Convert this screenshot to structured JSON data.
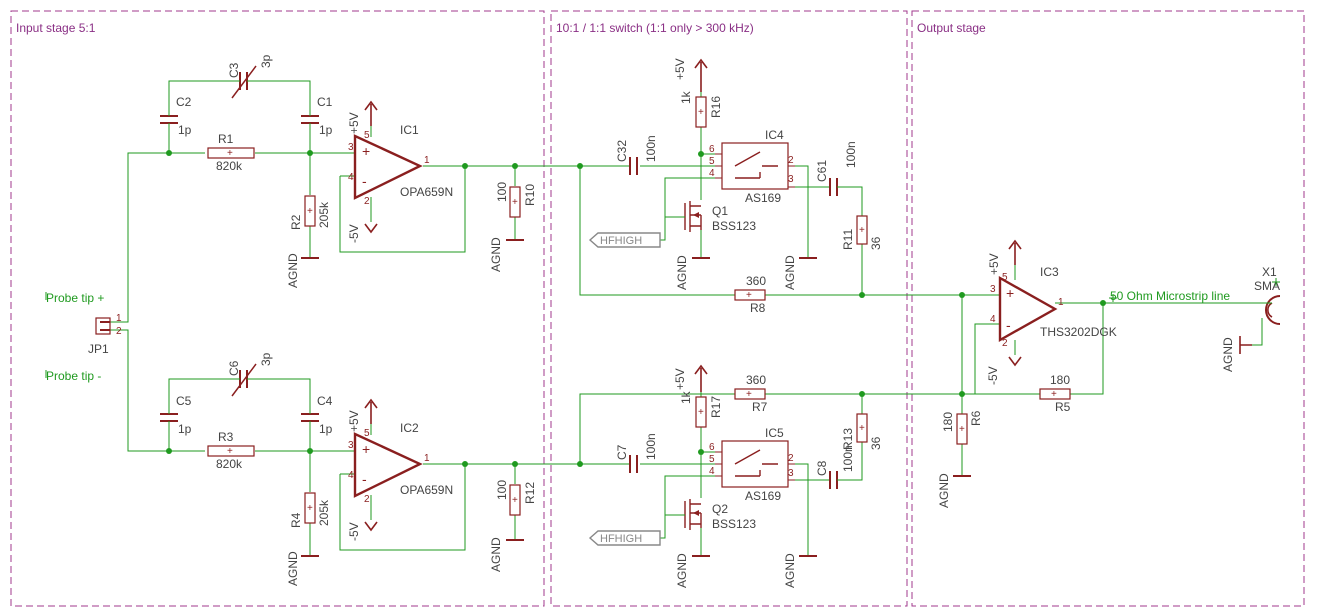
{
  "sheets": {
    "input_stage": "Input stage 5:1",
    "switch_stage": "10:1 / 1:1 switch (1:1 only > 300 kHz)",
    "output_stage": "Output stage"
  },
  "nets": {
    "probe_tip_plus": "Probe tip +",
    "probe_tip_minus": "Probe tip -",
    "microstrip": "50 Ohm Microstrip line",
    "hfhigh": "HFHIGH"
  },
  "supplies": {
    "pos": "+5V",
    "neg": "-5V",
    "agnd": "AGND"
  },
  "pins": {
    "p1": "1",
    "p2": "2",
    "p3": "3",
    "p4": "4",
    "p5": "5",
    "p6": "6",
    "plus": "+",
    "minus": "-"
  },
  "components": {
    "jp1": {
      "name": "JP1"
    },
    "x1": {
      "name": "X1",
      "value": "SMA"
    },
    "c1": {
      "name": "C1",
      "value": "1p"
    },
    "c2": {
      "name": "C2",
      "value": "1p"
    },
    "c3": {
      "name": "C3",
      "value": "3p"
    },
    "c4": {
      "name": "C4",
      "value": "1p"
    },
    "c5": {
      "name": "C5",
      "value": "1p"
    },
    "c6": {
      "name": "C6",
      "value": "3p"
    },
    "c7": {
      "name": "C7",
      "value": "100n"
    },
    "c8": {
      "name": "C8",
      "value": "100n"
    },
    "c32": {
      "name": "C32",
      "value": "100n"
    },
    "c61": {
      "name": "C61",
      "value": "100n"
    },
    "r1": {
      "name": "R1",
      "value": "820k"
    },
    "r2": {
      "name": "R2",
      "value": "205k"
    },
    "r3": {
      "name": "R3",
      "value": "820k"
    },
    "r4": {
      "name": "R4",
      "value": "205k"
    },
    "r5": {
      "name": "R5",
      "value": "180"
    },
    "r6": {
      "name": "R6",
      "value": "180"
    },
    "r7": {
      "name": "R7",
      "value": "360"
    },
    "r8": {
      "name": "R8",
      "value": "360"
    },
    "r10": {
      "name": "R10",
      "value": "100"
    },
    "r11": {
      "name": "R11",
      "value": "36"
    },
    "r12": {
      "name": "R12",
      "value": "100"
    },
    "r13": {
      "name": "R13",
      "value": "36"
    },
    "r16": {
      "name": "R16",
      "value": "1k"
    },
    "r17": {
      "name": "R17",
      "value": "1k"
    },
    "ic1": {
      "name": "IC1",
      "value": "OPA659N"
    },
    "ic2": {
      "name": "IC2",
      "value": "OPA659N"
    },
    "ic3": {
      "name": "IC3",
      "value": "THS3202DGK"
    },
    "ic4": {
      "name": "IC4",
      "value": "AS169"
    },
    "ic5": {
      "name": "IC5",
      "value": "AS169"
    },
    "q1": {
      "name": "Q1",
      "value": "BSS123"
    },
    "q2": {
      "name": "Q2",
      "value": "BSS123"
    }
  }
}
